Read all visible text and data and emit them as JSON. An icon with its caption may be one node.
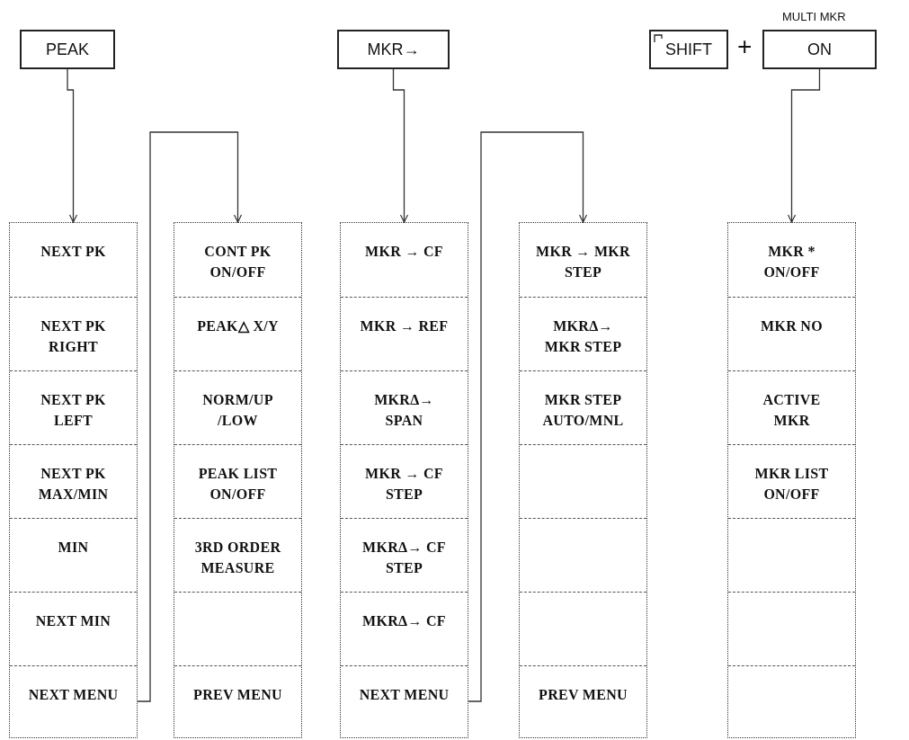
{
  "diagram": {
    "nodes": [
      {
        "text": [
          "PEAK"
        ]
      },
      {
        "text": [
          "MKR→"
        ]
      },
      {
        "text": [
          "SHIFT"
        ]
      },
      {
        "text": [
          "ON"
        ],
        "beside": [
          "MULTI MKR"
        ]
      },
      {
        "text": [],
        "shape": "box"
      },
      {
        "text": [
          "NEXT PK"
        ],
        "in": 4
      },
      {
        "text": [
          "NEXT PK RIGHT"
        ],
        "in": 4
      },
      {
        "text": [
          "NEXT PK LEFT"
        ],
        "in": 4
      },
      {
        "text": [
          "NEXT PK MAX/MIN"
        ],
        "in": 4
      },
      {
        "text": [
          "MIN"
        ],
        "in": 4
      },
      {
        "text": [
          "NEXT MIN"
        ],
        "in": 4
      },
      {
        "text": [
          "NEXT MENU"
        ],
        "in": 4
      },
      {
        "text": [],
        "shape": "box"
      },
      {
        "text": [
          "CONT PK ON/OFF"
        ],
        "in": 12
      },
      {
        "text": [
          "PEAK△ X/Y"
        ],
        "in": 12
      },
      {
        "text": [
          "NORM/UP /LOW"
        ],
        "in": 12
      },
      {
        "text": [
          "PEAK LIST ON/OFF"
        ],
        "in": 12
      },
      {
        "text": [
          "3RD ORDER MEASURE"
        ],
        "in": 12
      },
      {
        "text": [],
        "shape": "box",
        "in": 12
      },
      {
        "text": [
          "PREV MENU"
        ],
        "in": 12
      },
      {
        "text": [],
        "shape": "box"
      },
      {
        "text": [
          "MKR → CF"
        ],
        "in": 20
      },
      {
        "text": [
          "MKR → REF"
        ],
        "in": 20
      },
      {
        "text": [
          "MKRΔ→ SPAN"
        ],
        "in": 20
      },
      {
        "text": [
          "MKR → CF STEP"
        ],
        "in": 20
      },
      {
        "text": [
          "MKRΔ→ CF STEP"
        ],
        "in": 20
      },
      {
        "text": [
          "MKRΔ→ CF"
        ],
        "in": 20
      },
      {
        "text": [
          "NEXT MENU"
        ],
        "in": 20
      },
      {
        "text": [],
        "shape": "box"
      },
      {
        "text": [
          "MKR → MKR STEP"
        ],
        "in": 28
      },
      {
        "text": [
          "MKRΔ→ MKR STEP"
        ],
        "in": 28
      },
      {
        "text": [
          "MKR STEP AUTO/MNL"
        ],
        "in": 28
      },
      {
        "text": [],
        "shape": "box",
        "in": 28
      },
      {
        "text": [],
        "shape": "box",
        "in": 28
      },
      {
        "text": [],
        "shape": "box",
        "in": 28
      },
      {
        "text": [
          "PREV MENU"
        ],
        "in": 28
      },
      {
        "text": [],
        "shape": "box"
      },
      {
        "text": [
          "MKR * ON/OFF"
        ],
        "in": 36
      },
      {
        "text": [
          "MKR NO"
        ],
        "in": 36
      },
      {
        "text": [
          "ACTIVE MKR"
        ],
        "in": 36
      },
      {
        "text": [
          "MKR LIST ON/OFF"
        ],
        "in": 36
      },
      {
        "text": [],
        "shape": "box",
        "in": 36
      },
      {
        "text": [],
        "shape": "box",
        "in": 36
      },
      {
        "text": [],
        "shape": "box",
        "in": 36
      }
    ],
    "edges": [
      {
        "from": 0,
        "to": 4,
        "arrow": "to"
      },
      {
        "from": 11,
        "to": 12,
        "arrow": "to"
      },
      {
        "from": 1,
        "to": 20,
        "arrow": "to"
      },
      {
        "from": 27,
        "to": 28,
        "arrow": "to"
      },
      {
        "from": 3,
        "to": 36,
        "arrow": "to"
      }
    ],
    "labels": [
      "+"
    ]
  }
}
